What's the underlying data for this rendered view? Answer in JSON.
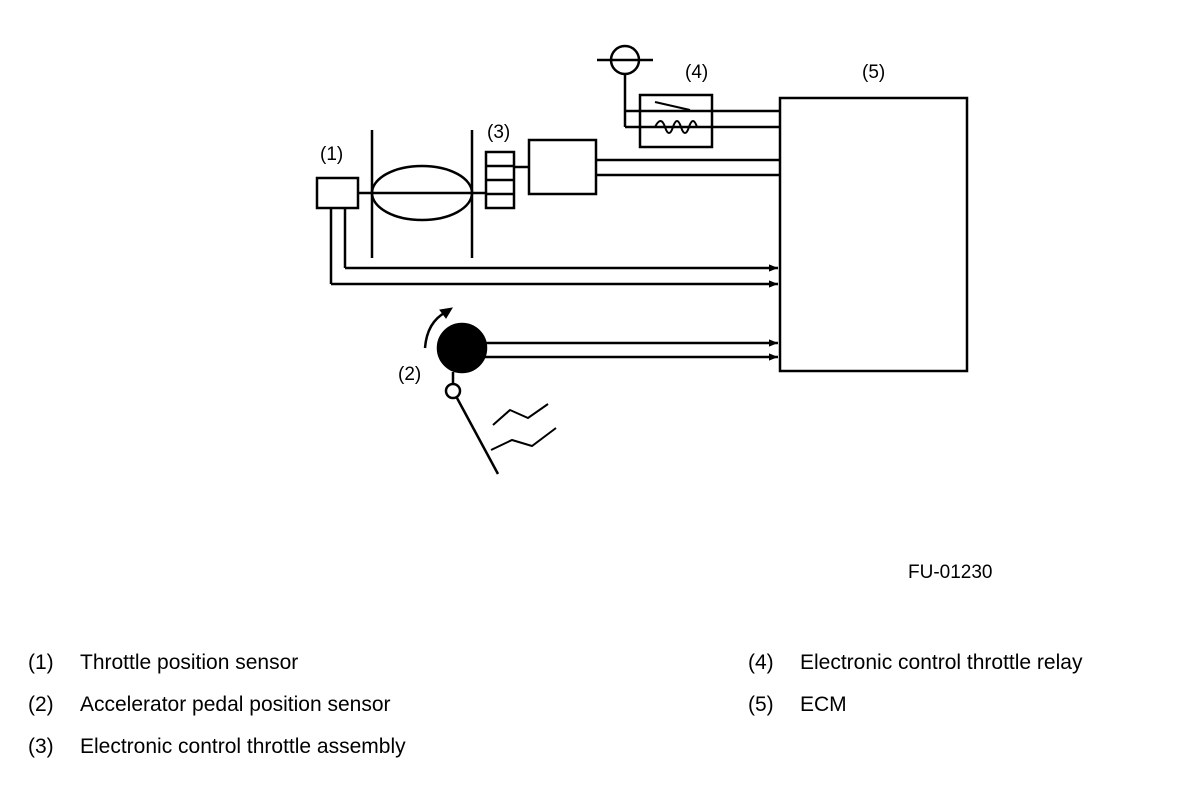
{
  "diagram": {
    "callouts": {
      "c1": "(1)",
      "c2": "(2)",
      "c3": "(3)",
      "c4": "(4)",
      "c5": "(5)"
    },
    "figure_id": "FU-01230"
  },
  "legend": [
    {
      "num": "(1)",
      "text": "Throttle position sensor"
    },
    {
      "num": "(2)",
      "text": "Accelerator pedal position sensor"
    },
    {
      "num": "(3)",
      "text": "Electronic control throttle assembly"
    },
    {
      "num": "(4)",
      "text": "Electronic control throttle relay"
    },
    {
      "num": "(5)",
      "text": "ECM"
    }
  ]
}
